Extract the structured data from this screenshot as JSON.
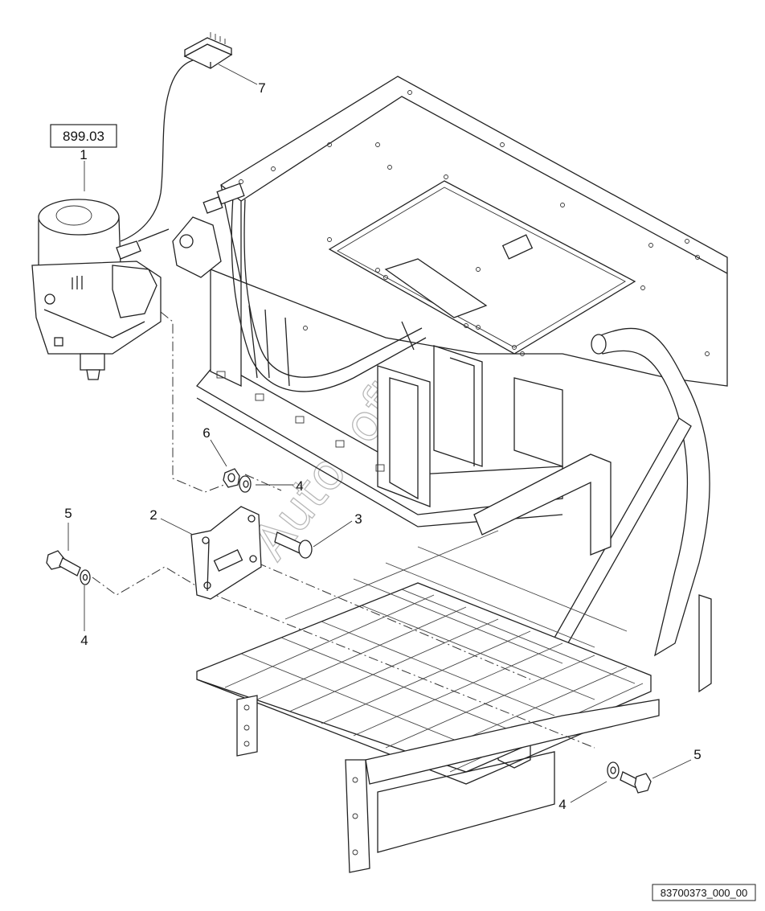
{
  "reference_box": {
    "label": "899.03"
  },
  "callouts": [
    {
      "id": "callout-1",
      "text": "1"
    },
    {
      "id": "callout-7",
      "text": "7"
    },
    {
      "id": "callout-6",
      "text": "6"
    },
    {
      "id": "callout-4-upper",
      "text": "4"
    },
    {
      "id": "callout-3",
      "text": "3"
    },
    {
      "id": "callout-2",
      "text": "2"
    },
    {
      "id": "callout-5-left",
      "text": "5"
    },
    {
      "id": "callout-4-left",
      "text": "4"
    },
    {
      "id": "callout-5-right",
      "text": "5"
    },
    {
      "id": "callout-4-right",
      "text": "4"
    }
  ],
  "drawing_id": "83700373_000_00",
  "watermark": "AutoSoft"
}
